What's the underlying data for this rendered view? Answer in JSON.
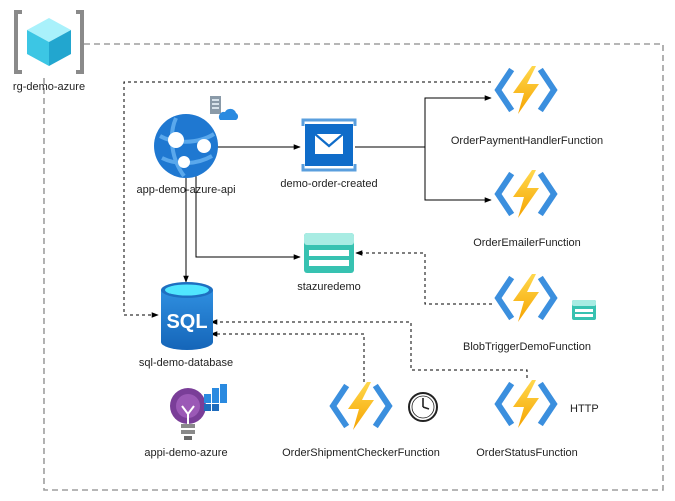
{
  "resource_group": {
    "label": "rg-demo-azure",
    "icon": "resource-group-cube-icon"
  },
  "nodes": {
    "app": {
      "label": "app-demo-azure-api",
      "icon": "app-service-globe-icon",
      "badge_icon": "app-service-plan-icon"
    },
    "topic": {
      "label": "demo-order-created",
      "icon": "event-grid-topic-icon"
    },
    "payment": {
      "label": "OrderPaymentHandlerFunction",
      "icon": "function-app-icon"
    },
    "emailer": {
      "label": "OrderEmailerFunction",
      "icon": "function-app-icon"
    },
    "storage": {
      "label": "stazuredemo",
      "icon": "storage-account-icon"
    },
    "blob": {
      "label": "BlobTriggerDemoFunction",
      "icon": "function-app-icon",
      "trigger_icon": "storage-trigger-icon"
    },
    "sql": {
      "label": "sql-demo-database",
      "icon": "sql-database-icon",
      "icon_text": "SQL"
    },
    "appi": {
      "label": "appi-demo-azure",
      "icon": "application-insights-icon"
    },
    "shipment": {
      "label": "OrderShipmentCheckerFunction",
      "icon": "function-app-icon",
      "trigger_icon": "timer-clock-icon"
    },
    "status": {
      "label": "OrderStatusFunction",
      "icon": "function-app-icon",
      "trigger_label": "HTTP"
    }
  },
  "colors": {
    "azure_blue": "#1f78d1",
    "function_yellow": "#ffc400",
    "function_bracket": "#3b8fde",
    "storage_teal": "#37c2b1",
    "insights_purple": "#7a3e98",
    "group_border": "#9e9e9e"
  }
}
